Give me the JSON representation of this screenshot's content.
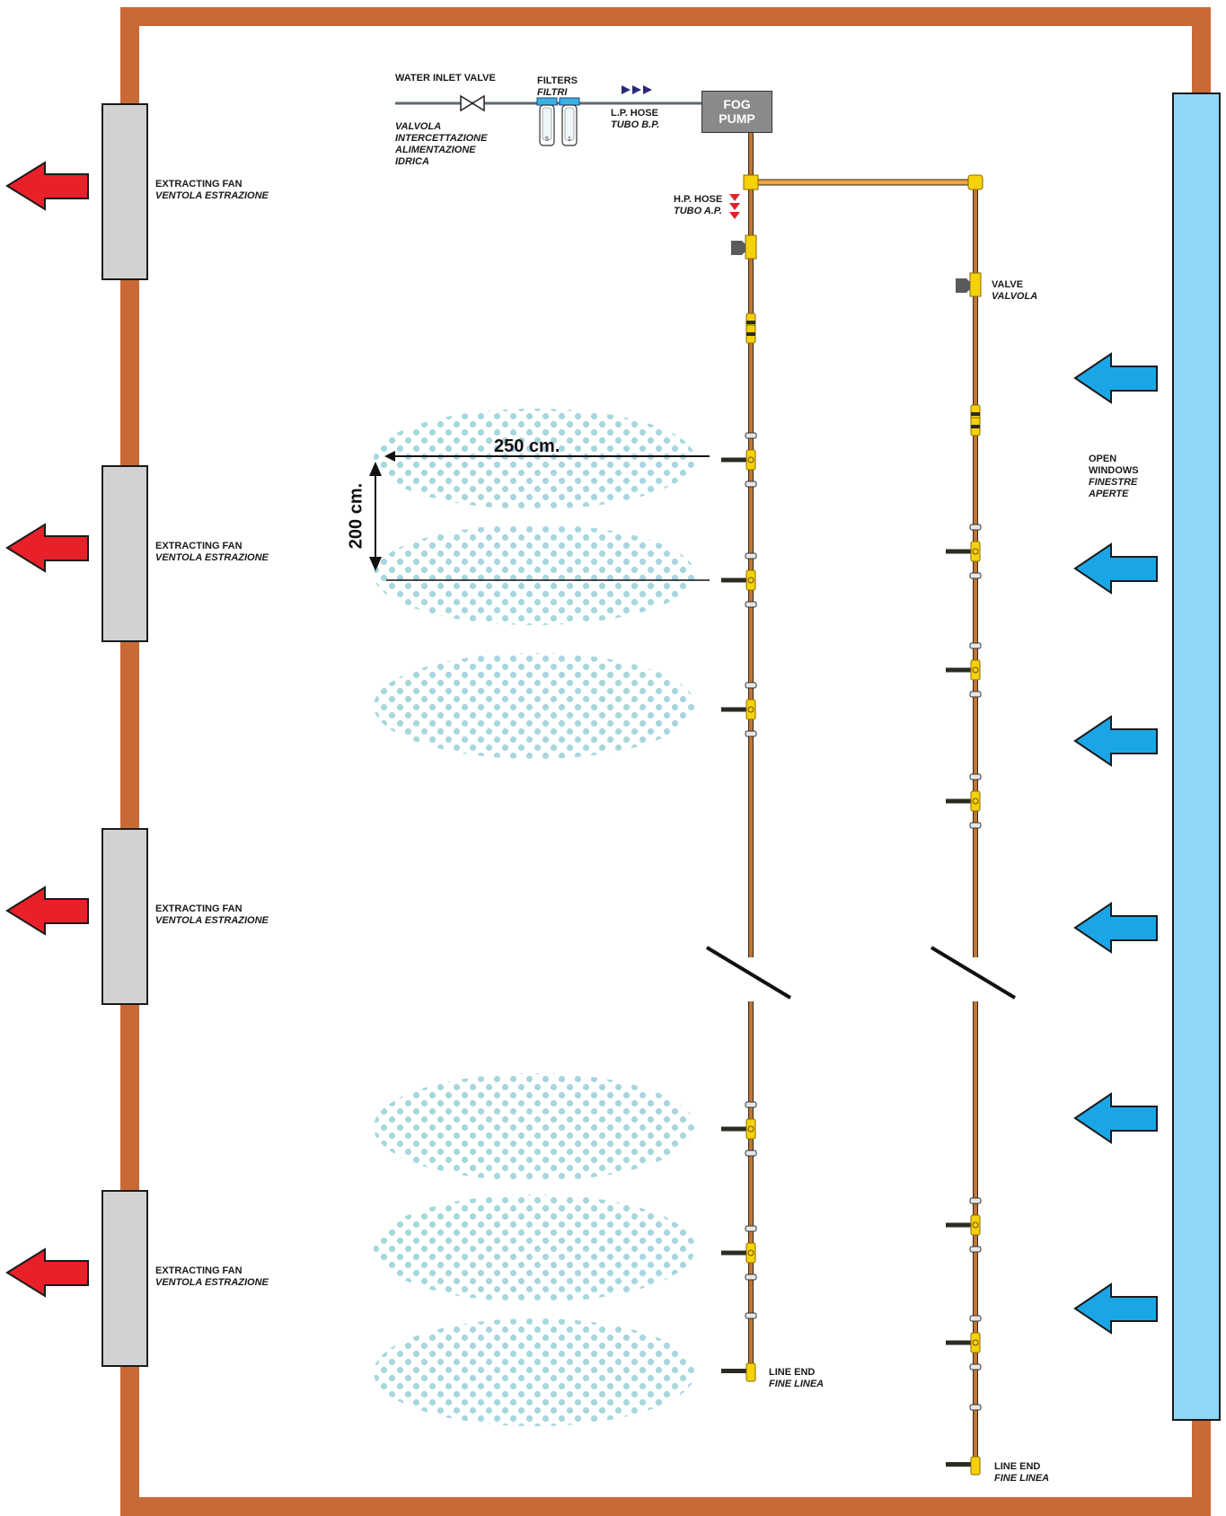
{
  "labels": {
    "water_inlet_valve": "WATER INLET VALVE",
    "valve_it_1": "VALVOLA",
    "valve_it_2": "INTERCETTAZIONE",
    "valve_it_3": "ALIMENTAZIONE",
    "valve_it_4": "IDRICA",
    "filters": "FILTERS",
    "filters_it": "FILTRI",
    "lp_hose": "L.P. HOSE",
    "lp_hose_it": "TUBO B.P.",
    "fog_pump_1": "FOG",
    "fog_pump_2": "PUMP",
    "hp_hose": "H.P. HOSE",
    "hp_hose_it": "TUBO A.P.",
    "valve": "VALVE",
    "valve_it": "VALVOLA",
    "open_windows_1": "OPEN",
    "open_windows_2": "WINDOWS",
    "open_windows_it_1": "FINESTRE",
    "open_windows_it_2": "APERTE",
    "extracting_fan": "EXTRACTING FAN",
    "extracting_fan_it": "VENTOLA ESTRAZIONE",
    "line_end": "LINE END",
    "line_end_it": "FINE LINEA",
    "dim_horizontal": "250 cm.",
    "dim_vertical": "200 cm.",
    "filter_1": "5",
    "filter_2": "1"
  },
  "colors": {
    "wall": "#c96a36",
    "fan": "#d2d2d4",
    "window": "#8ed8f6",
    "pump": "#8a8a8a",
    "hose_hp": "#c8742a",
    "fitting": "#f5d20a",
    "red_arrow": "#e8202a",
    "blue_arrow": "#1aa6e6",
    "fog_dot": "#a9d6dd",
    "lp_arrow": "#2a2a7a",
    "hp_arrow": "#e0242a",
    "filter": "#3ab0e6"
  },
  "icons": {
    "exhaust": "red-arrow-left-icon",
    "intake": "blue-arrow-left-icon",
    "pump": "fog-pump-icon",
    "valve": "gate-valve-icon",
    "filter": "water-filter-icon",
    "nozzle": "fog-nozzle-icon"
  }
}
